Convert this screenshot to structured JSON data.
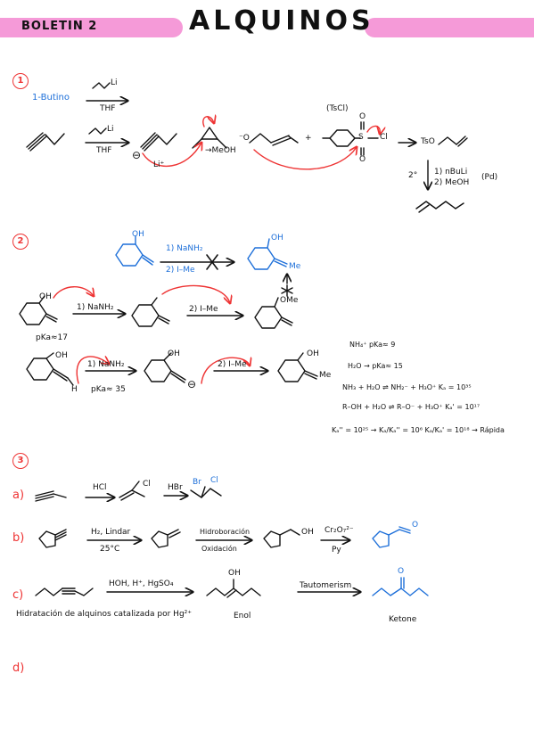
{
  "header": {
    "boletin": "BOLETIN 2",
    "title": "ALQUINOS"
  },
  "section1": {
    "number": "1",
    "label_butino": "1-Butino",
    "arrow1_reagent": "THF",
    "arrow2_reagent": "THF",
    "li_plus": "Li⁺",
    "li_label": "Li",
    "minus_sign": "⊖",
    "epoxide_cond": "→MeOH",
    "tscl": "(TsCl)",
    "cl_label": "Cl",
    "s_label": "S",
    "o_top": "O",
    "o_bot": "O",
    "o_minus": "⁻O",
    "plus": "+",
    "tso_label": "TsO",
    "step_nbuli": "1) nBuLi",
    "step_meoh": "2) MeOH",
    "pd": "(Pd)",
    "arrow_mark": "2°"
  },
  "section2": {
    "number": "2",
    "oh": "OH",
    "r1_step1": "1) NaNH₂",
    "r1_step2": "2) I–Me",
    "me": "Me",
    "row2_step1": "1) NaNH₂",
    "row2_step2": "2) I–Me",
    "ome": "OMe",
    "pka17": "pKa≈17",
    "row3_step1": "1) NaNH₂",
    "row3_step2": "2) I–Me",
    "pka35": "pKa≈ 35",
    "h_label": "H",
    "minus": "⊖",
    "notes": [
      "NH₄⁺  pKa≈ 9",
      "H₂O → pKa≈ 15",
      "NH₃ + H₂O ⇌ NH₂⁻ + H₃O⁺    Kₐ = 10³⁵",
      "R–OH + H₂O ⇌ R–O⁻ + H₃O⁺    Kₐ' = 10¹⁷",
      "Kₐ'' = 10²⁵ →  Kₐ/Kₐ'' = 10⁶    Kₐ/Kₐ' = 10¹⁸ → Rápida"
    ]
  },
  "section3": {
    "number": "3",
    "a_label": "a)",
    "a_hcl": "HCl",
    "a_hbr": "HBr",
    "a_cl": "Cl",
    "a_br": "Br",
    "b_label": "b)",
    "b_reagent_top": "H₂, Lindar",
    "b_reagent_bot": "25°C",
    "b_hydro_top": "Hidroboración",
    "b_hydro_bot": "Oxidación",
    "b_oh": "OH",
    "b_cr": "Cr₂O₇²⁻",
    "b_py": "Py",
    "b_o": "O",
    "c_label": "c)",
    "c_reagents": "HOH, H⁺, HgSO₄",
    "c_oh": "OH",
    "c_taut": "Tautomerism",
    "c_o": "O",
    "c_caption": "Hidratación de alquinos catalizada por Hg²⁺",
    "c_enol": "Enol",
    "c_ketone": "Ketone",
    "d_label": "d)"
  }
}
